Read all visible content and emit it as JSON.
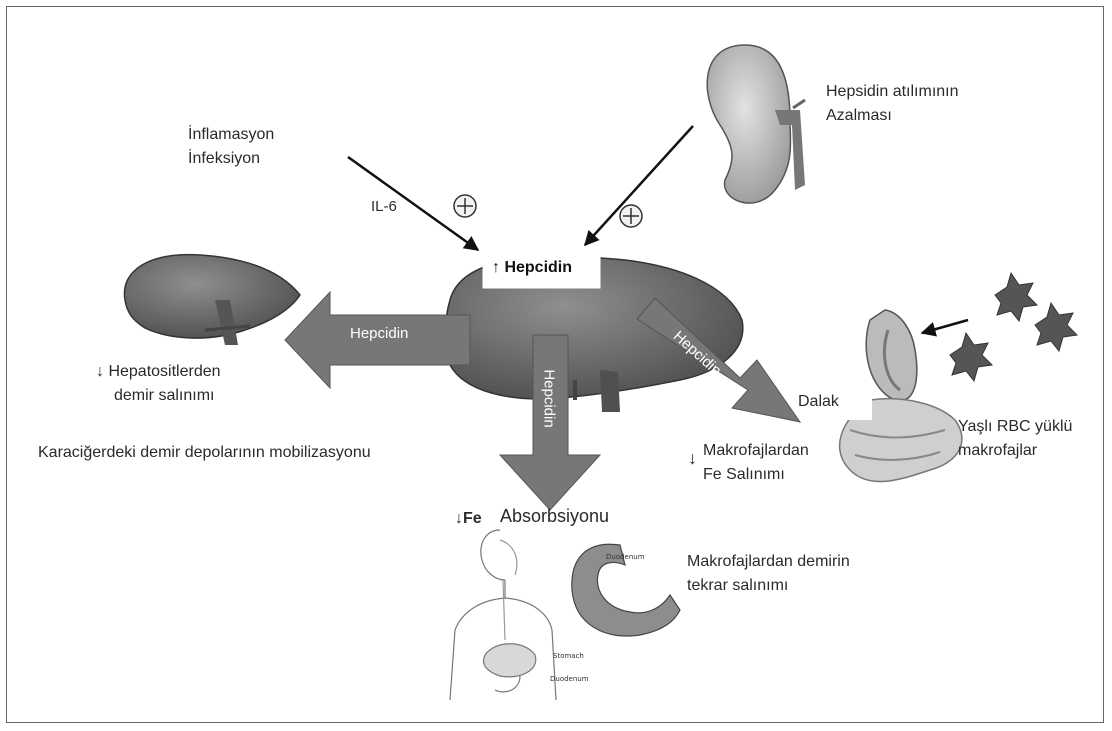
{
  "labels": {
    "inflammation": "İnflamasyon",
    "infection": "İnfeksiyon",
    "il6": "IL-6",
    "kidney_line1": "Hepsidin atılımının",
    "kidney_line2": "Azalması",
    "hepcidin_up": "↑ Hepcidin",
    "hepcidin_left": "Hepcidin",
    "hepcidin_down": "Hepcidin",
    "hepcidin_right": "Hepcidin",
    "hepatocyte_line1": "↓ Hepatositlerden",
    "hepatocyte_line2": "demir salınımı",
    "liver_store": "Karaciğerdeki demir depolarının mobilizasyonu",
    "spleen": "Dalak",
    "macrophage_release_arrow": "↓",
    "macrophage_release_line1": "Makrofajlardan",
    "macrophage_release_line2": "Fe Salınımı",
    "old_rbc_line1": "Yaşlı RBC yüklü",
    "old_rbc_line2": "makrofajlar",
    "fe_absorption_fe": "↓Fe",
    "fe_absorption": "Absorbsiyonu",
    "re_release_line1": "Makrofajlardan demirin",
    "re_release_line2": "tekrar salınımı",
    "duodenum_top": "Duodenum",
    "stomach": "Stomach",
    "duodenum_bottom": "Duodenum"
  },
  "colors": {
    "arrow_fill": "#7a7a7a",
    "organ_fill": "#6e6e6e",
    "organ_dark": "#4a4a4a",
    "kidney_fill": "#b8b8b8",
    "plus_sign": "#333333"
  },
  "icons": [
    "liver-icon",
    "kidney-icon",
    "spleen-icon",
    "macrophage-icon",
    "human-body-icon",
    "duodenum-icon",
    "plus-icon"
  ]
}
